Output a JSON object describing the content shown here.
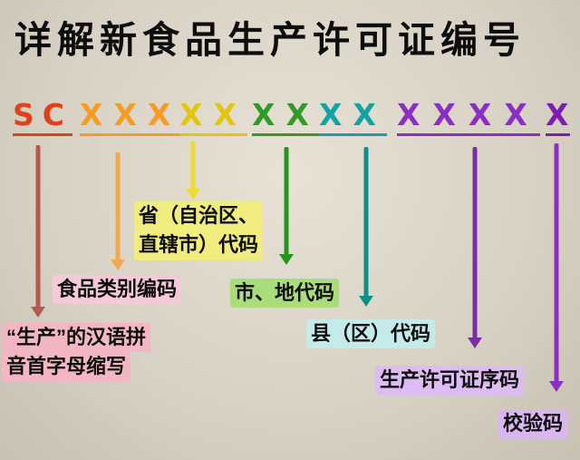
{
  "title": "详解新食品生产许可证编号",
  "background": "#d8d2c5",
  "segments": [
    {
      "id": "sc",
      "code": "SC",
      "codeColor": "#e0401a",
      "arrowColor": "#b35a50",
      "labelLines": [
        "“生产”的汉语拼",
        "音首字母缩写"
      ],
      "labelBg": "#f3b7c3"
    },
    {
      "id": "food-category",
      "code": "XXX",
      "codeColor": "#f59b26",
      "arrowColor": "#f2a94e",
      "label": "食品类别编码",
      "labelBg": "#f6c9d8"
    },
    {
      "id": "province",
      "code": "XX",
      "codeColor": "#e2c60e",
      "arrowColor": "#ecdc2e",
      "labelLines": [
        "省（自治区、",
        "直辖市）代码"
      ],
      "labelBg": "#f0ec7d"
    },
    {
      "id": "city",
      "code": "XX",
      "codeColor": "#2f9b28",
      "arrowColor": "#27941f",
      "label": "市、地代码",
      "labelBg": "#a9dd7c"
    },
    {
      "id": "county",
      "code": "XX",
      "codeColor": "#14a3a3",
      "arrowColor": "#0f8f89",
      "label": "县（区）代码",
      "labelBg": "#c4ebe9"
    },
    {
      "id": "serial",
      "code": "XXXX",
      "codeColor": "#8a2fc5",
      "arrowColor": "#7c2da6",
      "label": "生产许可证序码",
      "labelBg": "#dcbcf2"
    },
    {
      "id": "check",
      "code": "X",
      "codeColor": "#7d1db2",
      "arrowColor": "#8d2ec2",
      "label": "校验码",
      "labelBg": "#d9b6ef"
    }
  ]
}
